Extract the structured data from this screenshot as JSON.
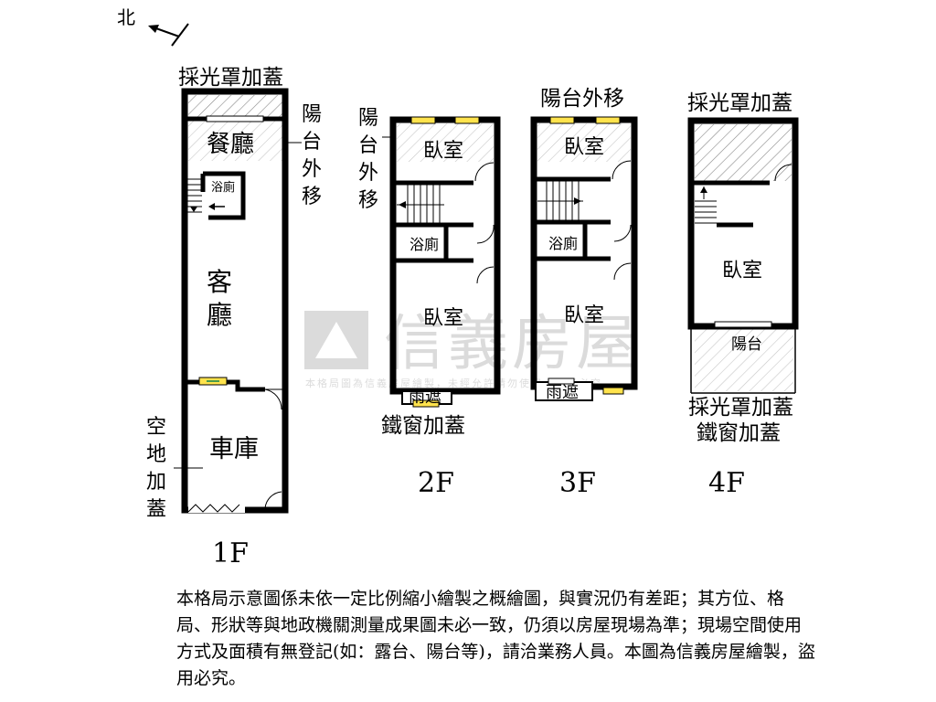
{
  "compass": {
    "north_label": "北"
  },
  "floors": {
    "f1": {
      "label": "1F",
      "top_note": "採光罩加蓋",
      "dining": "餐廳",
      "bath": "浴廁",
      "living": [
        "客",
        "廳"
      ],
      "garage": "車庫",
      "side_balcony": [
        "陽",
        "台",
        "外",
        "移"
      ],
      "side_yard": [
        "空",
        "地",
        "加",
        "蓋"
      ]
    },
    "f2": {
      "label": "2F",
      "side_note": [
        "陽",
        "台",
        "外",
        "移"
      ],
      "bedroom_front": "臥室",
      "bath": "浴廁",
      "bedroom_back": "臥室",
      "awning": "雨遮",
      "bottom_note": "鐵窗加蓋"
    },
    "f3": {
      "label": "3F",
      "top_note": "陽台外移",
      "bedroom_front": "臥室",
      "bath": "浴廁",
      "bedroom_back": "臥室",
      "awning": "雨遮"
    },
    "f4": {
      "label": "4F",
      "top_note": "採光罩加蓋",
      "bedroom": "臥室",
      "balcony": "陽台",
      "bottom_note_1": "採光罩加蓋",
      "bottom_note_2": "鐵窗加蓋"
    }
  },
  "watermark": {
    "brand": "信義房屋",
    "note": "本格局圖為信義房屋繪製，未經允許請勿使用，違者必究"
  },
  "disclaimer": "本格局示意圖係未依一定比例縮小繪製之概繪圖，與實況仍有差距；其方位、格局、形狀等與地政機關測量成果圖未必一致，仍須以房屋現場為準；現場空間使用方式及面積有無登記(如：露台、陽台等)，請洽業務人員。本圖為信義房屋繪製，盜用必究。"
}
